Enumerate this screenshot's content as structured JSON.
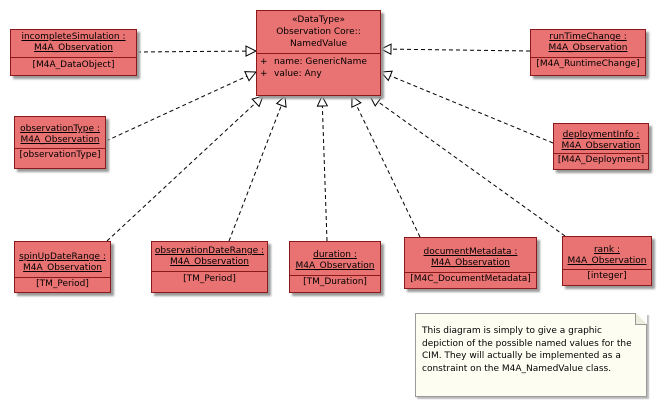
{
  "center": {
    "stereotype": "«DataType»",
    "name_line1": "Observation Core::",
    "name_line2": "NamedValue",
    "attributes": [
      {
        "visibility": "+",
        "text": "name:  GenericName"
      },
      {
        "visibility": "+",
        "text": "value:  Any"
      }
    ]
  },
  "instances": [
    {
      "id": "incompleteSimulation",
      "name": "incompleteSimulation :",
      "class": "M4A_Observation",
      "type": "[M4A_DataObject]"
    },
    {
      "id": "runTimeChange",
      "name": "runTimeChange :",
      "class": "M4A_Observation",
      "type": "[M4A_RuntimeChange]"
    },
    {
      "id": "observationType",
      "name": "observationType :",
      "class": "M4A_Observation",
      "type": "[observationType]"
    },
    {
      "id": "deploymentInfo",
      "name": "deploymentInfo :",
      "class": "M4A_Observation",
      "type": "[M4A_Deployment]"
    },
    {
      "id": "spinUpDateRange",
      "name": "spinUpDateRange :",
      "class": "M4A_Observation",
      "type": "[TM_Period]"
    },
    {
      "id": "observationDateRange",
      "name": "observationDateRange :",
      "class": "M4A_Observation",
      "type": "[TM_Period]"
    },
    {
      "id": "duration",
      "name": "duration :",
      "class": "M4A_Observation",
      "type": "[TM_Duration]"
    },
    {
      "id": "documentMetadata",
      "name": "documentMetadata :",
      "class": "M4A_Observation",
      "type": "[M4C_DocumentMetadata]"
    },
    {
      "id": "rank",
      "name": "rank :",
      "class": "M4A_Observation",
      "type": "[integer]"
    }
  ],
  "note": {
    "text": "This diagram is simply to give a graphic depiction of the possible named values for the CIM.  They will actually be implemented as a constraint on the M4A_NamedValue class."
  },
  "colors": {
    "class_fill": "#e97272",
    "class_border": "#8a1a1a",
    "note_fill": "#fdfdf1"
  }
}
